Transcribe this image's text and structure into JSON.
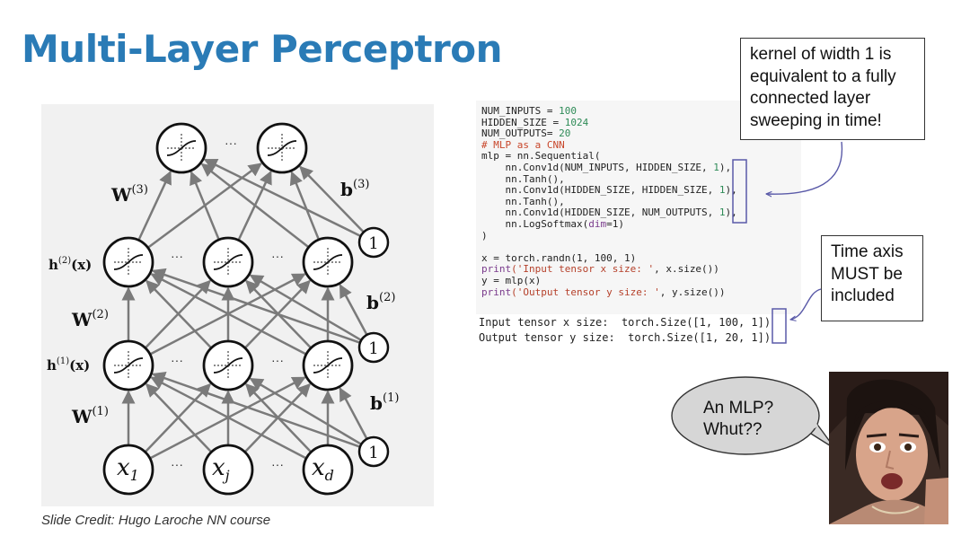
{
  "slide": {
    "title": "Multi-Layer Perceptron",
    "credit": "Slide Credit: Hugo Laroche NN course"
  },
  "diagram": {
    "weights": {
      "w3": "3",
      "w2": "2",
      "w1": "1"
    },
    "biases": {
      "b3": "3",
      "b2": "2",
      "b1": "1"
    },
    "hidden_labels": {
      "h2": "2",
      "h1": "1"
    },
    "bias_unit": "1",
    "ellipsis": "···",
    "inputs": [
      "1",
      "j",
      "d"
    ]
  },
  "code": {
    "l1": {
      "a": "NUM_INPUTS = ",
      "b": "100"
    },
    "l2": {
      "a": "HIDDEN_SIZE = ",
      "b": "1024"
    },
    "l3": {
      "a": "NUM_OUTPUTS= ",
      "b": "20"
    },
    "l4": "# MLP as a CNN",
    "l5": "mlp = nn.Sequential(",
    "l6": {
      "a": "    nn.Conv1d(NUM_INPUTS, HIDDEN_SIZE, ",
      "b": "1",
      "c": "),"
    },
    "l7": "    nn.Tanh(),",
    "l8": {
      "a": "    nn.Conv1d(HIDDEN_SIZE, HIDDEN_SIZE, ",
      "b": "1",
      "c": "),"
    },
    "l9": "    nn.Tanh(),",
    "l10": {
      "a": "    nn.Conv1d(HIDDEN_SIZE, NUM_OUTPUTS, ",
      "b": "1",
      "c": "),"
    },
    "l11": {
      "a": "    nn.LogSoftmax(",
      "b": "dim",
      "c": "=1)"
    },
    "l12": ")",
    "l13": {
      "a": "x = torch.randn(1, 100, 1)"
    },
    "l14": {
      "a": "print",
      "b": "('Input tensor x size: '",
      "c": ", x.size())"
    },
    "l15": "y = mlp(x)",
    "l16": {
      "a": "print",
      "b": "('Output tensor y size: '",
      "c": ", y.size())"
    }
  },
  "output": {
    "line1": "Input tensor x size:  torch.Size([1, 100, 1])",
    "line2": "Output tensor y size:  torch.Size([1, 20, 1])"
  },
  "callouts": {
    "kernel": [
      "kernel of width 1 is",
      "equivalent to a fully",
      "connected layer",
      "sweeping in time!"
    ],
    "time": [
      "Time axis",
      "MUST be",
      "included"
    ]
  },
  "speech": {
    "line1": "An MLP?",
    "line2": "Whut??"
  },
  "colors": {
    "title": "#2a7bb6",
    "box": "#5a5aa8",
    "arrow": "#6a6aa8",
    "edge": "#7a7a7a"
  }
}
